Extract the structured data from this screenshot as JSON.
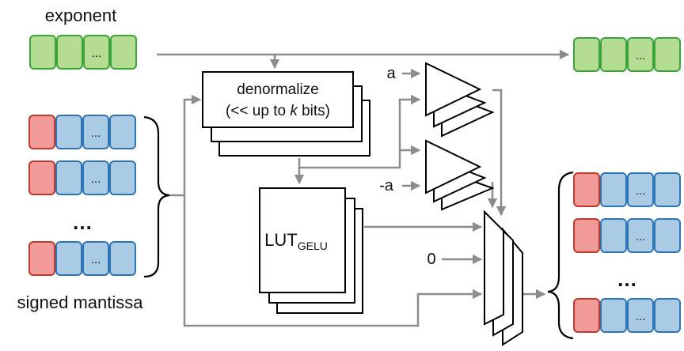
{
  "labels": {
    "exponent": "exponent",
    "signed_mantissa": "signed mantissa",
    "denormalize_line1": "denormalize",
    "denormalize_line2_prefix": "(<< up to ",
    "denormalize_var": "k",
    "denormalize_line2_suffix": " bits)",
    "lut_main": "LUT",
    "lut_sub": "GELU",
    "const_a": "a",
    "const_neg_a": "-a",
    "const_zero": "0",
    "ellipsis_cell": "...",
    "ellipsis_rows": "…"
  },
  "colors": {
    "exponent_fill": "#b4dc92",
    "exponent_stroke": "#3aa33a",
    "sign_fill": "#f29a9a",
    "sign_stroke": "#c0392b",
    "mantissa_fill": "#a9cce4",
    "mantissa_stroke": "#2f75b5",
    "wire": "#8c8c8c"
  }
}
